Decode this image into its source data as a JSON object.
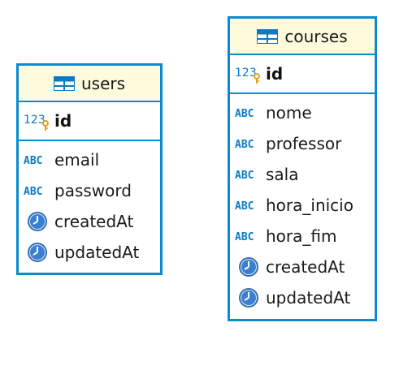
{
  "entities": {
    "users": {
      "title": "users",
      "pk": {
        "name": "id",
        "type_icon": "numeric-key-icon"
      },
      "columns": [
        {
          "name": "email",
          "type_icon": "text-abc-icon"
        },
        {
          "name": "password",
          "type_icon": "text-abc-icon"
        },
        {
          "name": "createdAt",
          "type_icon": "clock-icon"
        },
        {
          "name": "updatedAt",
          "type_icon": "clock-icon"
        }
      ]
    },
    "courses": {
      "title": "courses",
      "pk": {
        "name": "id",
        "type_icon": "numeric-key-icon"
      },
      "columns": [
        {
          "name": "nome",
          "type_icon": "text-abc-icon"
        },
        {
          "name": "professor",
          "type_icon": "text-abc-icon"
        },
        {
          "name": "sala",
          "type_icon": "text-abc-icon"
        },
        {
          "name": "hora_inicio",
          "type_icon": "text-abc-icon"
        },
        {
          "name": "hora_fim",
          "type_icon": "text-abc-icon"
        },
        {
          "name": "createdAt",
          "type_icon": "clock-icon"
        },
        {
          "name": "updatedAt",
          "type_icon": "clock-icon"
        }
      ]
    }
  },
  "icon_labels": {
    "numeric": "123",
    "text": "ABC"
  },
  "colors": {
    "border": "#0a8bd1",
    "header_bg": "#fdfbdc",
    "icon_blue": "#0a7ac4",
    "clock_blue": "#2f6db5",
    "key_gold": "#e0a020"
  }
}
